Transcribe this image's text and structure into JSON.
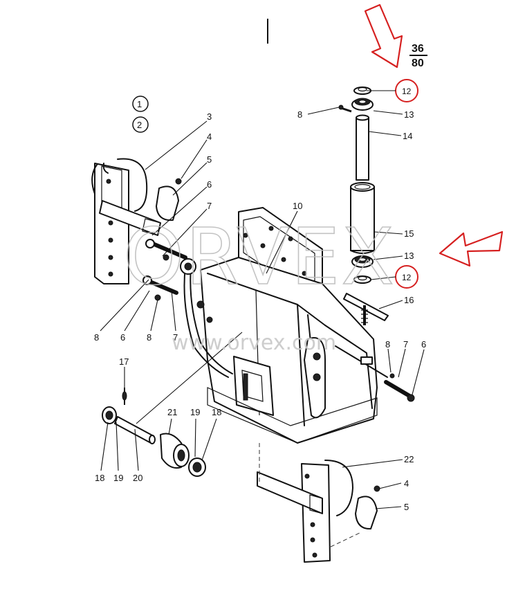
{
  "header": {
    "page_fraction_top": "36",
    "page_fraction_bottom": "80"
  },
  "variants": [
    "1",
    "2"
  ],
  "callouts": {
    "c3": "3",
    "c4a": "4",
    "c5a": "5",
    "c6a": "6",
    "c7a": "7",
    "c8top": "8",
    "c10": "10",
    "c12a": "12",
    "c13a": "13",
    "c14": "14",
    "c15": "15",
    "c13b": "13",
    "c12b": "12",
    "c16": "16",
    "c8l": "8",
    "c6l": "6",
    "c8m": "8",
    "c7m": "7",
    "c8r": "8",
    "c7r": "7",
    "c6r": "6",
    "c17": "17",
    "c21": "21",
    "c19a": "19",
    "c18a": "18",
    "c18b": "18",
    "c19b": "19",
    "c20": "20",
    "c22": "22",
    "c4b": "4",
    "c5b": "5"
  },
  "watermark": {
    "logo": "ORVEX",
    "url": "www.orvex.com"
  },
  "colors": {
    "highlight": "#d62020",
    "line": "#111111",
    "watermark": "#bdbdbd"
  }
}
